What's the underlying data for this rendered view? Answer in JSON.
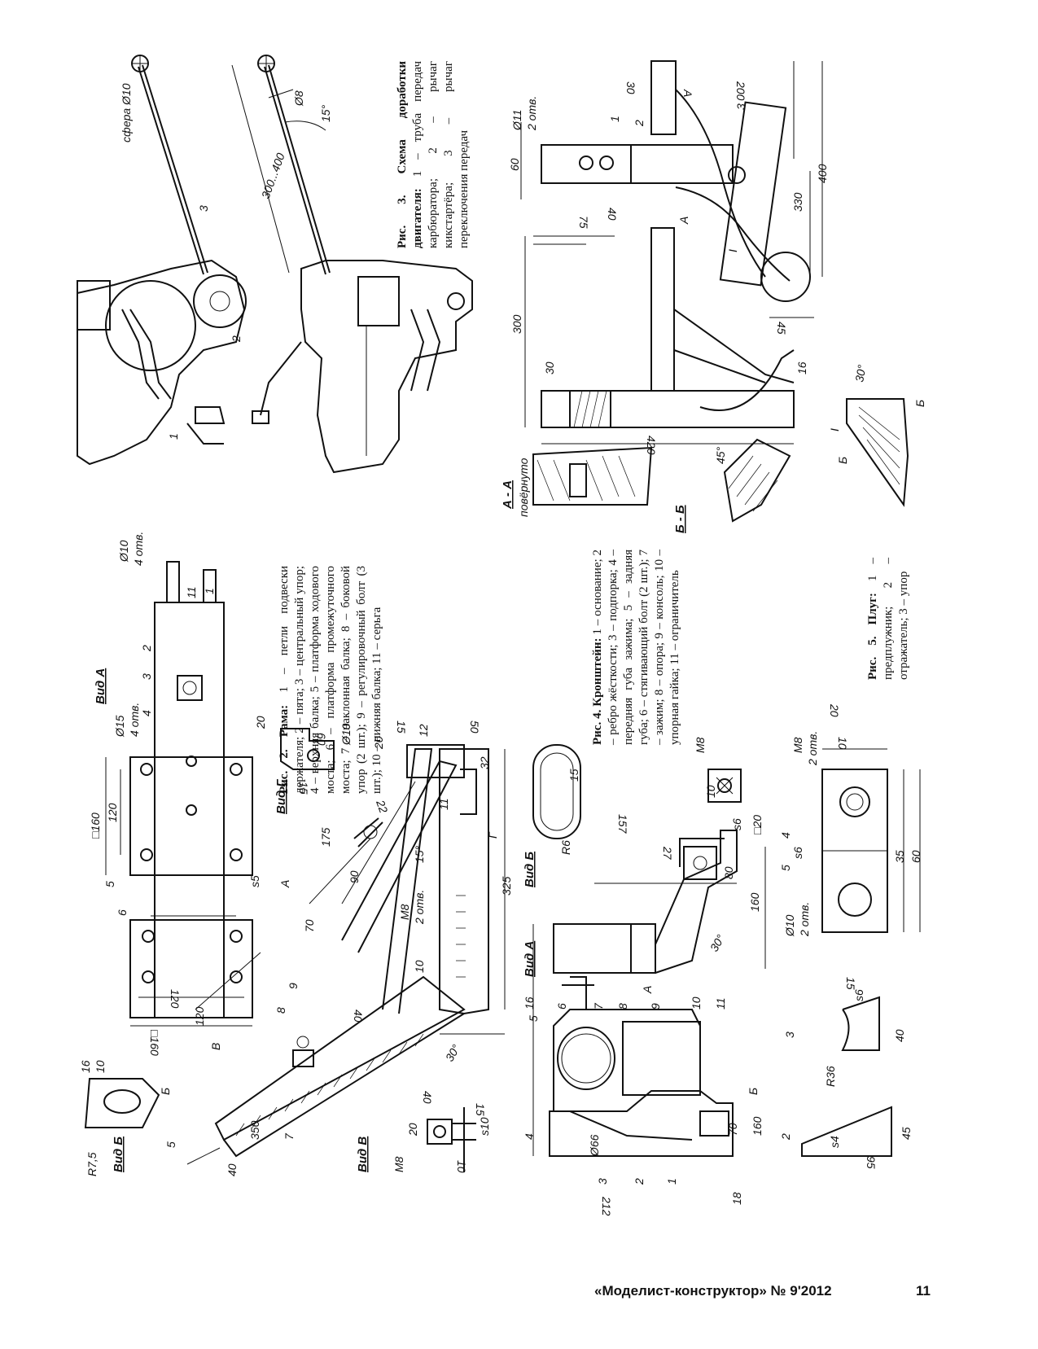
{
  "footer": {
    "magazine": "«Моделист-конструктор» № 9'2012",
    "page_number": "11"
  },
  "captions": {
    "fig2": {
      "title": "Рис. 2. Рама:",
      "text": "1 – петли подвески держателя; 2 – пята; 3 – центральный упор; 4 – верхняя балка; 5 – платформа ходового моста; 6 – платформа промежуточного моста; 7 – наклонная балка; 8 – боковой упор (2 шт.); 9 – регулировочный болт (3 шт.); 10 – нижняя балка; 11 – серьга"
    },
    "fig3": {
      "title": "Рис. 3. Схема доработки двигателя:",
      "text": "1 – труба передач карбюратора; 2 – рычаг кикстартёра; 3 – рычаг переключения передач"
    },
    "fig4": {
      "title": "Рис. 4. Кронштейн:",
      "text": "1 – основание; 2 – ребро жёсткости; 3 – подпорка; 4 – передняя губа зажима; 5 – задняя губа; 6 – стягивающий болт (2 шт.); 7 – зажим; 8 – опора; 9 – консоль; 10 – упорная гайка; 11 – ограничитель"
    },
    "fig5": {
      "title": "Рис. 5. Плуг:",
      "text": "1 – предплужник; 2 – отражатель; 3 – упор"
    }
  },
  "views": {
    "vid_a_fig2": "Вид А",
    "vid_b_fig2": "Вид Б",
    "vid_v": "Вид В",
    "vid_g": "Вид Г",
    "vid_a_fig4": "Вид А",
    "vid_b_fig4": "Вид Б",
    "section_aa": "А - А",
    "rotated": "повёрнуто",
    "section_bb": "Б - Б"
  },
  "dimensions": {
    "fig2": [
      "Ø10",
      "4 отв.",
      "11",
      "1",
      "2",
      "3",
      "4",
      "Ø15",
      "4 отв.",
      "□160",
      "120",
      "5",
      "6",
      "s5",
      "120",
      "□160",
      "16",
      "10",
      "R7,5",
      "Б",
      "120",
      "В",
      "5",
      "9",
      "8",
      "40",
      "7",
      "350",
      "40",
      "70",
      "90",
      "175",
      "Ø10",
      "60",
      "20",
      "15",
      "20",
      "15",
      "12",
      "50",
      "32",
      "11",
      "15°",
      "22",
      "M8",
      "2 отв.",
      "10",
      "30°",
      "325",
      "Г",
      "А",
      "M8",
      "20",
      "40",
      "15",
      "s10",
      "10"
    ],
    "fig3": [
      "сфера Ø10",
      "3",
      "Ø8",
      "15°",
      "300...400",
      "2",
      "1"
    ],
    "fig4": [
      "16",
      "6",
      "5",
      "7",
      "8",
      "9",
      "10",
      "11",
      "4",
      "Ø66",
      "3",
      "2",
      "1",
      "212",
      "18",
      "70",
      "160",
      "Б",
      "160",
      "80",
      "30°",
      "157",
      "27",
      "А",
      "15",
      "R6",
      "10",
      "M8",
      "s6",
      "□20"
    ],
    "fig5": [
      "Ø11",
      "2 отв.",
      "60",
      "75",
      "40",
      "1",
      "2",
      "30",
      "200",
      "А",
      "3",
      "330",
      "400",
      "I",
      "300",
      "30",
      "420",
      "16",
      "45",
      "30°",
      "I",
      "Б",
      "Б",
      "45°",
      "А"
    ],
    "parts": [
      "2",
      "s4",
      "95",
      "45",
      "3",
      "R36",
      "s6",
      "15",
      "40",
      "5",
      "4",
      "Ø10",
      "2 отв.",
      "s6",
      "M8",
      "2 отв.",
      "35",
      "60",
      "10",
      "20"
    ]
  }
}
